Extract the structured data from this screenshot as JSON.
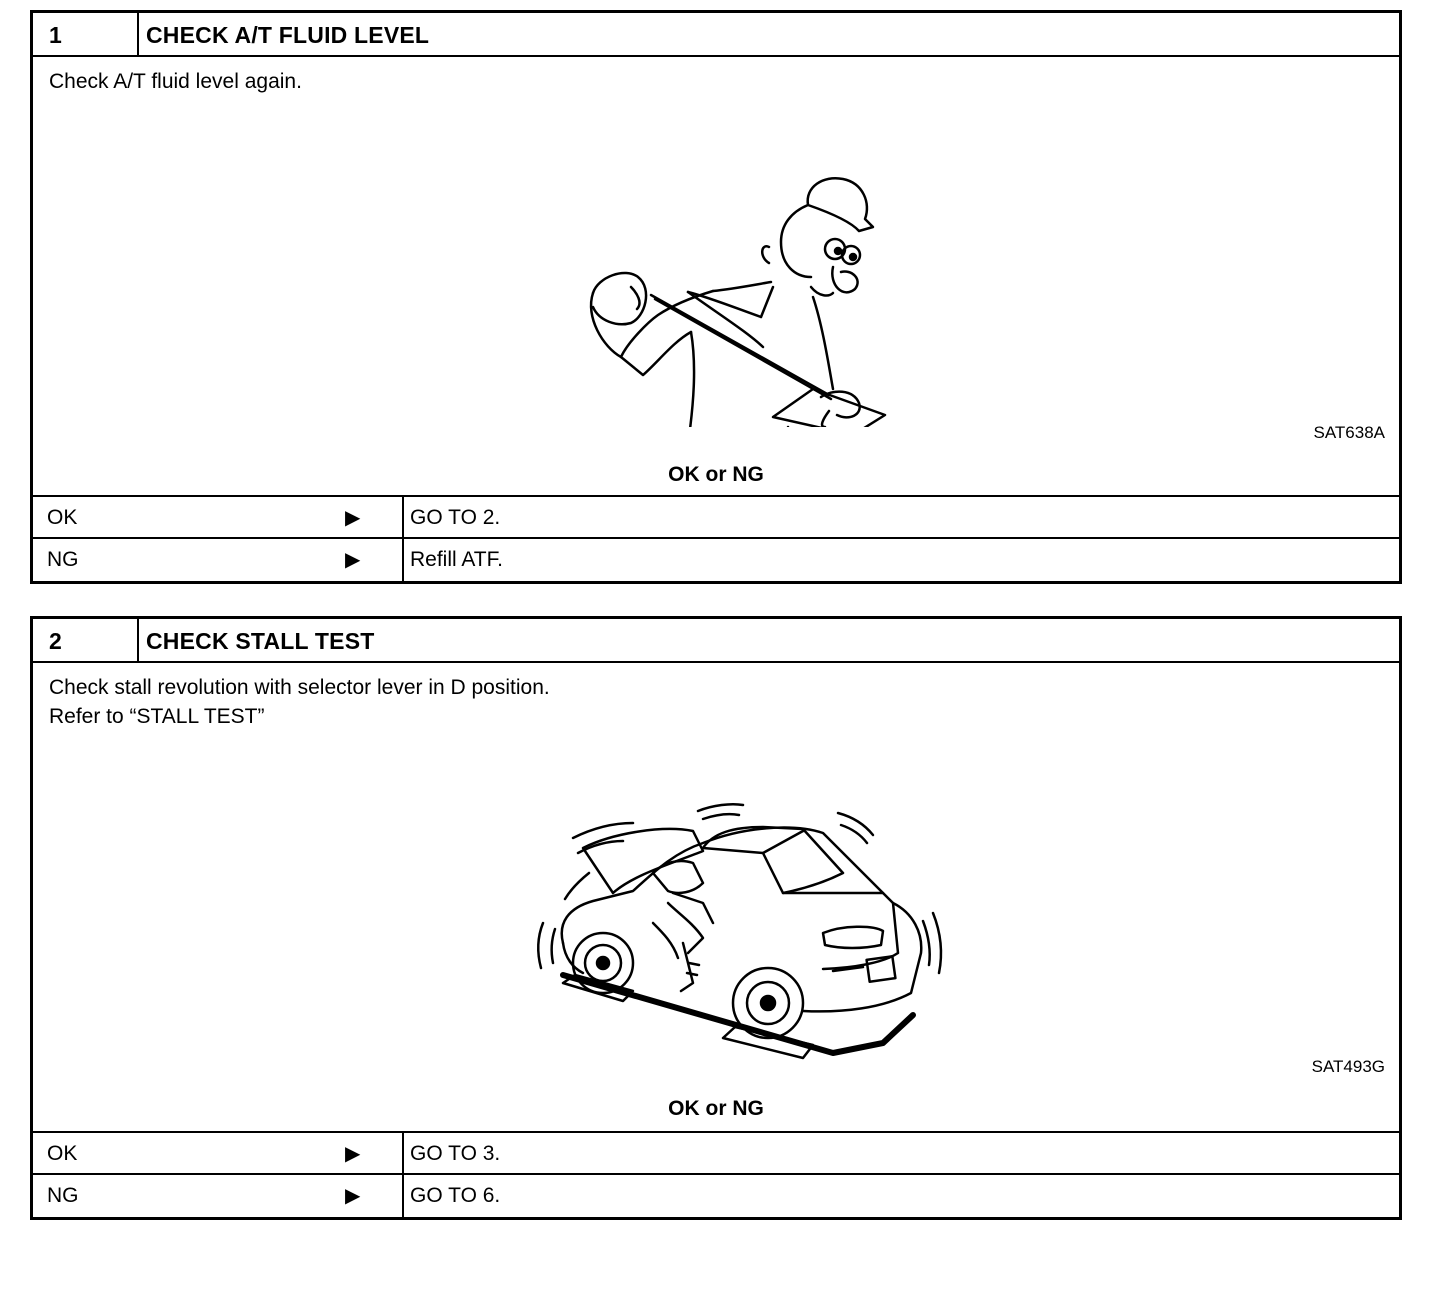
{
  "steps": [
    {
      "number": "1",
      "title": "CHECK A/T FLUID LEVEL",
      "instructions": [
        "Check A/T fluid level again."
      ],
      "figure_code": "SAT638A",
      "result_prompt": "OK or NG",
      "results": [
        {
          "label": "OK",
          "arrow": "▶",
          "action": "GO TO 2."
        },
        {
          "label": "NG",
          "arrow": "▶",
          "action": "Refill ATF."
        }
      ]
    },
    {
      "number": "2",
      "title": "CHECK STALL TEST",
      "instructions": [
        "Check stall revolution with selector lever in D position.",
        "Refer to “STALL TEST”"
      ],
      "figure_code": "SAT493G",
      "result_prompt": "OK or NG",
      "results": [
        {
          "label": "OK",
          "arrow": "▶",
          "action": "GO TO 3."
        },
        {
          "label": "NG",
          "arrow": "▶",
          "action": "GO TO 6."
        }
      ]
    }
  ]
}
